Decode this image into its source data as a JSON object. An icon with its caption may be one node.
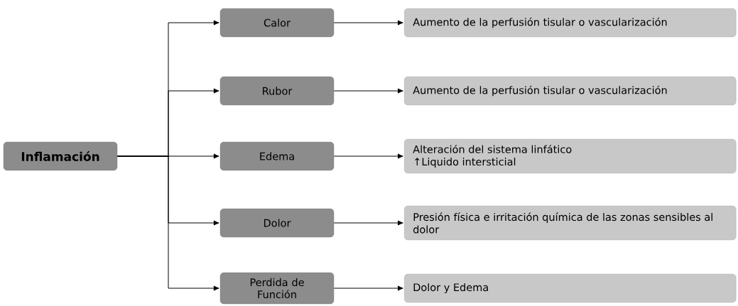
{
  "diagram": {
    "nodes": [
      {
        "text": [
          "Inflamación"
        ]
      },
      {
        "text": [
          "Calor"
        ]
      },
      {
        "text": [
          "Rubor"
        ]
      },
      {
        "text": [
          "Edema"
        ]
      },
      {
        "text": [
          "Dolor"
        ]
      },
      {
        "text": [
          "Perdida de Función"
        ]
      },
      {
        "text": [
          "Aumento de la perfusión tisular o vascularización"
        ]
      },
      {
        "text": [
          "Aumento de la perfusión tisular o vascularización"
        ]
      },
      {
        "text": [
          "Alteración del sistema linfático",
          "↑Liquido intersticial"
        ]
      },
      {
        "text": [
          "Presión física e irritación química de las zonas sensibles al dolor"
        ]
      },
      {
        "text": [
          "Dolor y Edema"
        ]
      }
    ],
    "edges": [
      {
        "from": 0,
        "to": 1,
        "arrow": "to"
      },
      {
        "from": 0,
        "to": 2,
        "arrow": "to"
      },
      {
        "from": 0,
        "to": 3,
        "arrow": "to"
      },
      {
        "from": 0,
        "to": 4,
        "arrow": "to"
      },
      {
        "from": 0,
        "to": 5,
        "arrow": "to"
      },
      {
        "from": 1,
        "to": 6,
        "arrow": "to"
      },
      {
        "from": 2,
        "to": 7,
        "arrow": "to"
      },
      {
        "from": 3,
        "to": 8,
        "arrow": "to"
      },
      {
        "from": 4,
        "to": 9,
        "arrow": "to"
      },
      {
        "from": 5,
        "to": 10,
        "arrow": "to"
      }
    ]
  }
}
